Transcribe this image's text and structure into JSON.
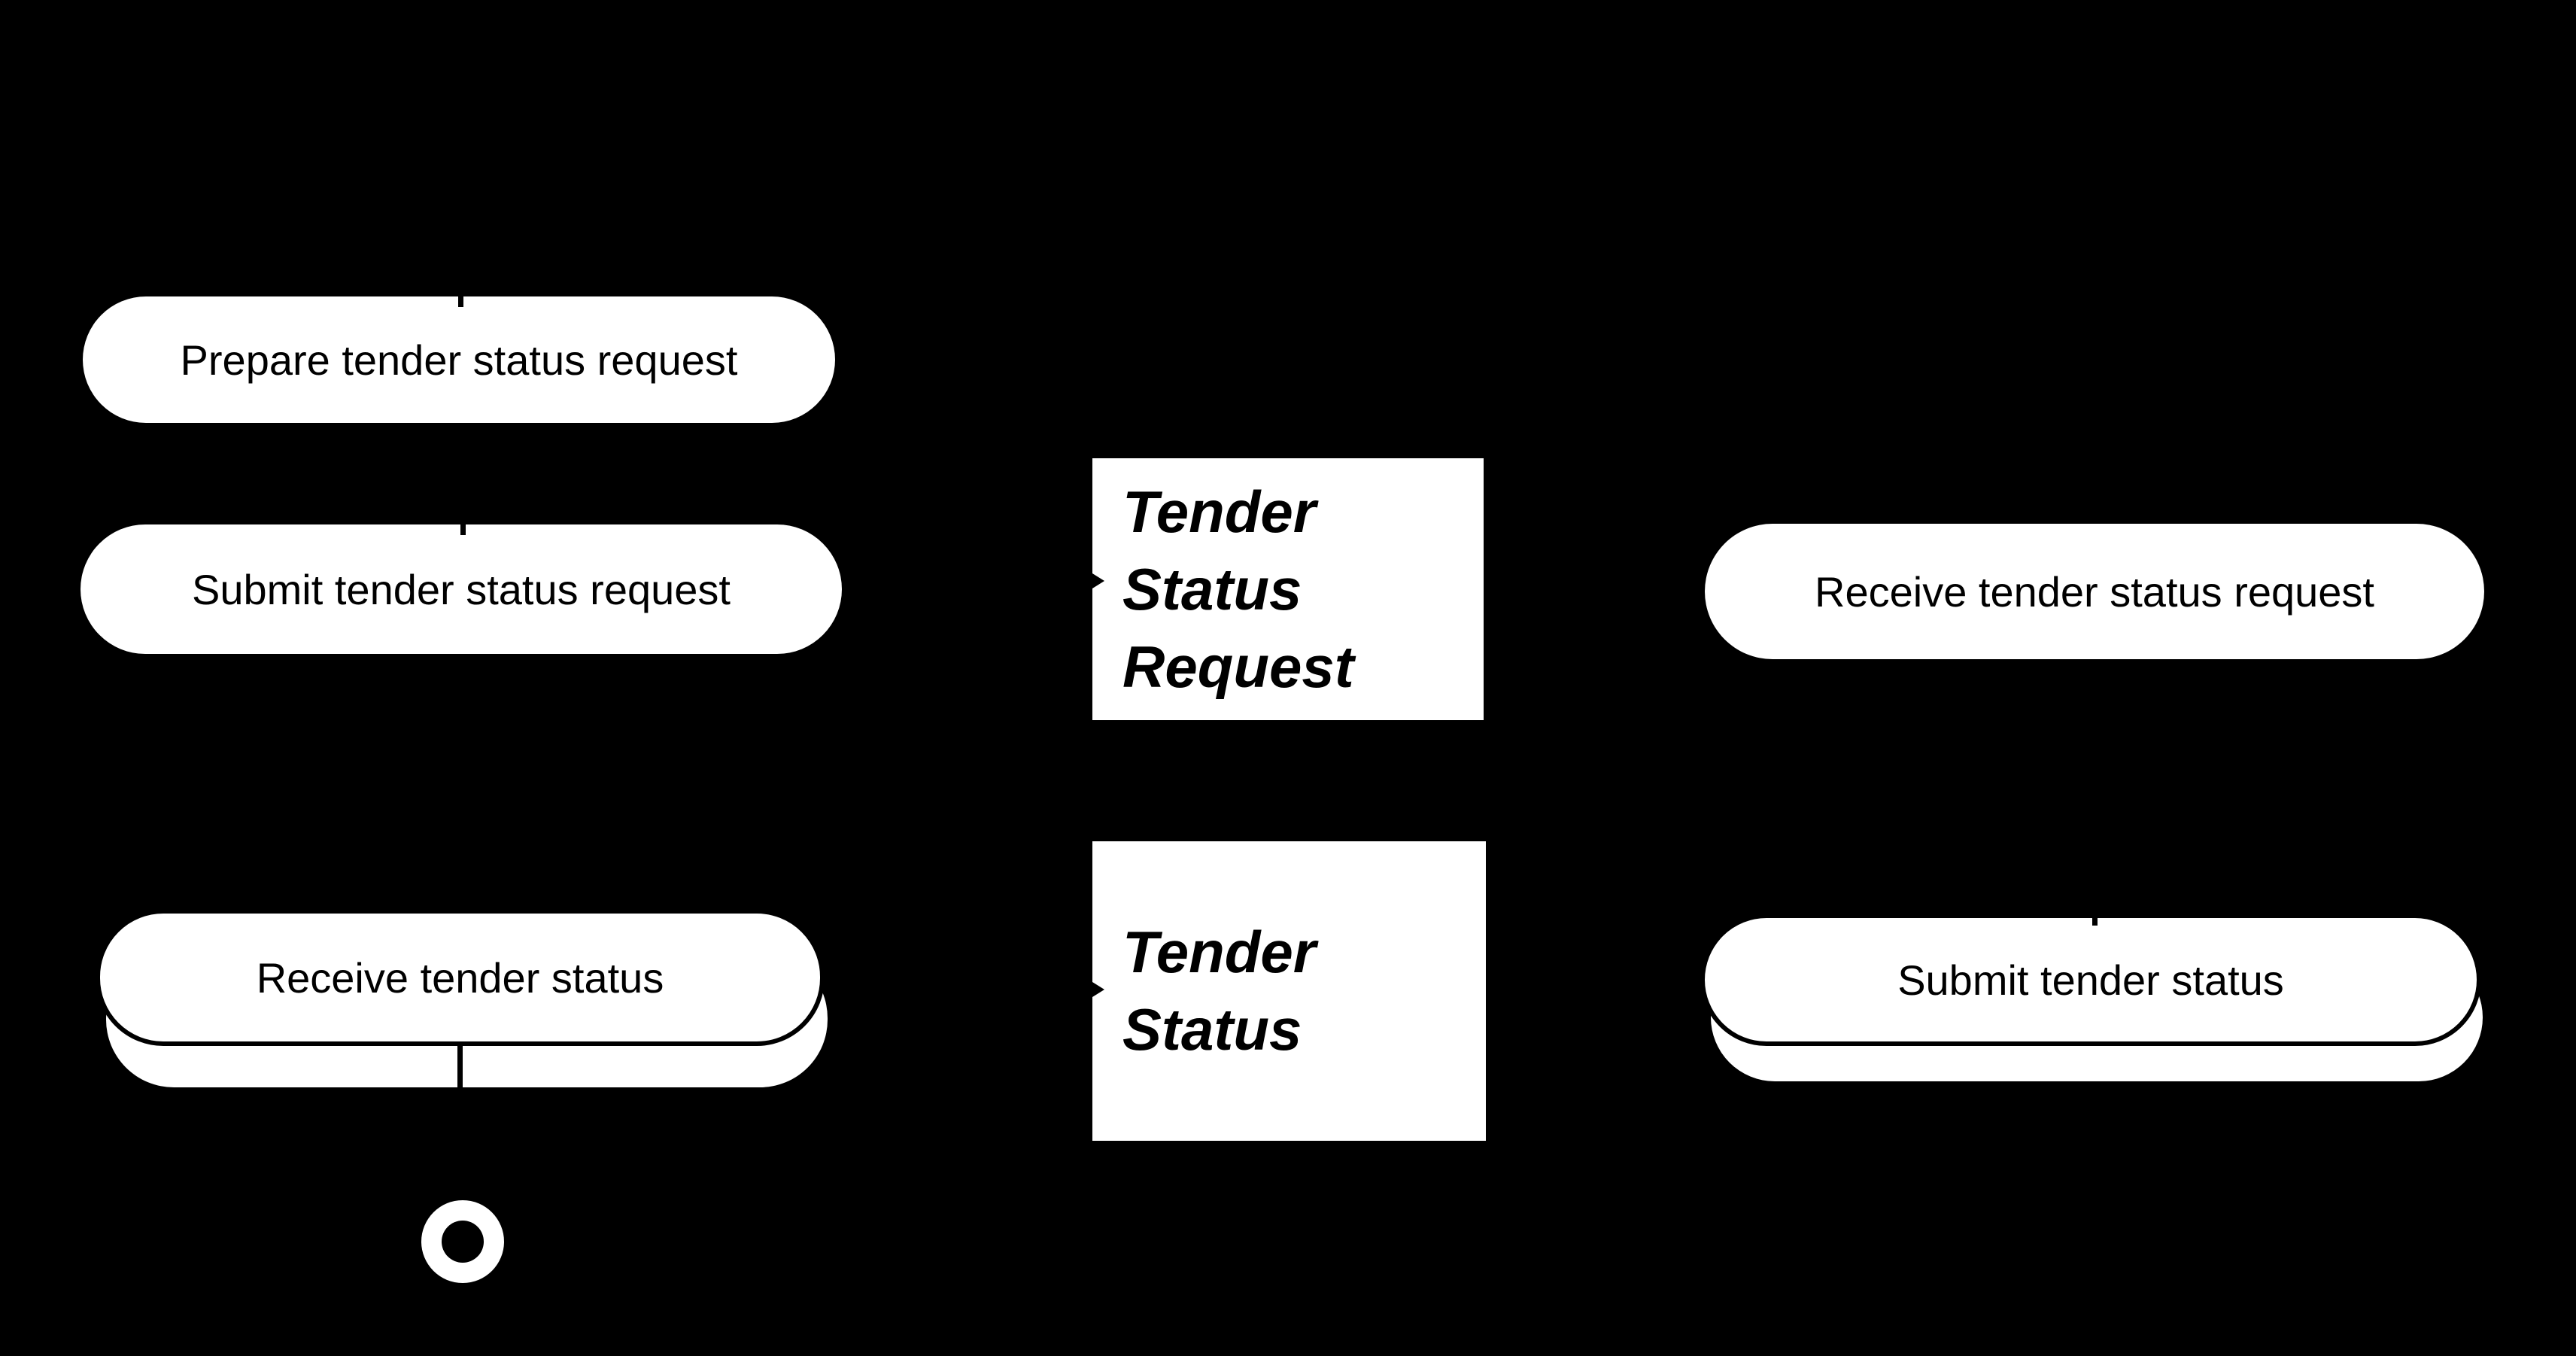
{
  "diagram": {
    "colors": {
      "background": "#000000",
      "shape_fill": "#ffffff",
      "stroke": "#000000",
      "text": "#000000"
    },
    "tasks": [
      {
        "label": "Prepare tender status request"
      },
      {
        "label": "Submit tender status request"
      },
      {
        "label": "Receive tender status"
      },
      {
        "label": "Receive tender status request"
      },
      {
        "label": "Submit tender status"
      }
    ],
    "data_objects": [
      {
        "lines": [
          "Tender",
          "Status",
          "Request"
        ]
      },
      {
        "lines": [
          "Tender",
          "Status"
        ]
      }
    ],
    "end_event": {
      "kind": "terminate"
    }
  }
}
